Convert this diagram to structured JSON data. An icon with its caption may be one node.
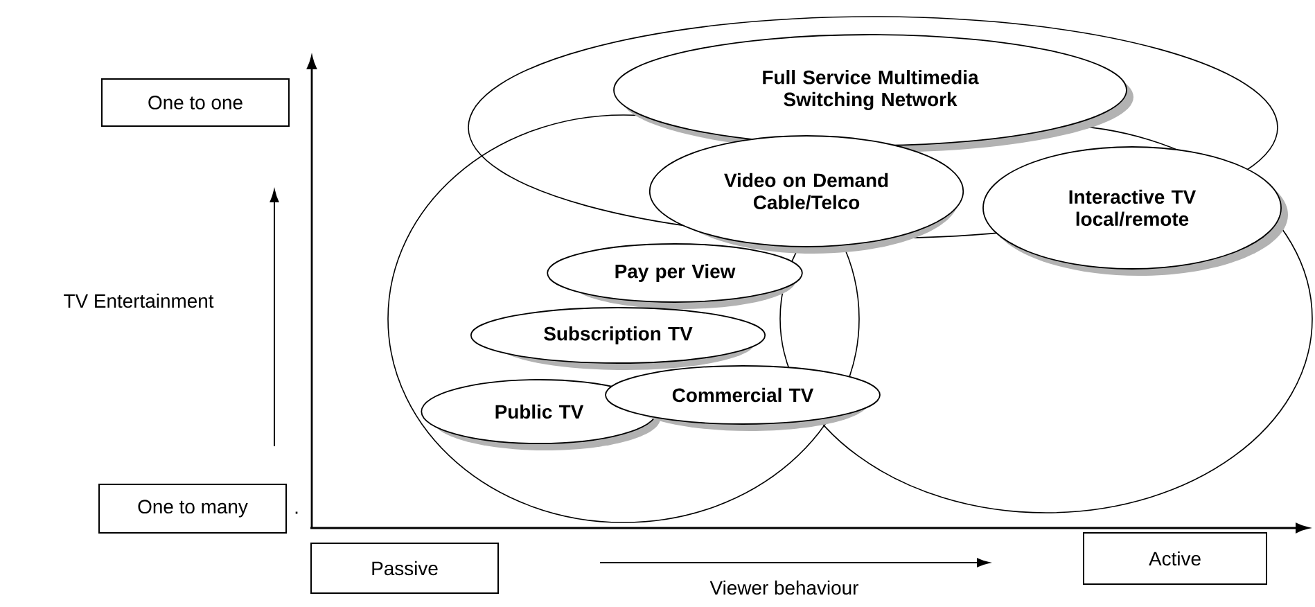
{
  "diagram": {
    "nodes": [
      {
        "text": [
          "One to one"
        ]
      },
      {
        "text": [
          "Full Service Multimedia Switching Network"
        ]
      },
      {
        "text": [
          "Video on Demand Cable/Telco"
        ]
      },
      {
        "text": [
          "Interactive TV local/remote"
        ]
      },
      {
        "text": [
          "Pay per View"
        ]
      },
      {
        "text": [
          "Subscription TV"
        ]
      },
      {
        "text": [
          "Public TV"
        ]
      },
      {
        "text": [
          "Commercial TV"
        ]
      },
      {
        "text": [
          "One to many"
        ]
      },
      {
        "text": [
          "Passive"
        ]
      },
      {
        "text": [
          "Active"
        ]
      }
    ],
    "edges": [],
    "labels": [
      "TV Entertainment",
      ".",
      "Viewer behaviour"
    ]
  }
}
